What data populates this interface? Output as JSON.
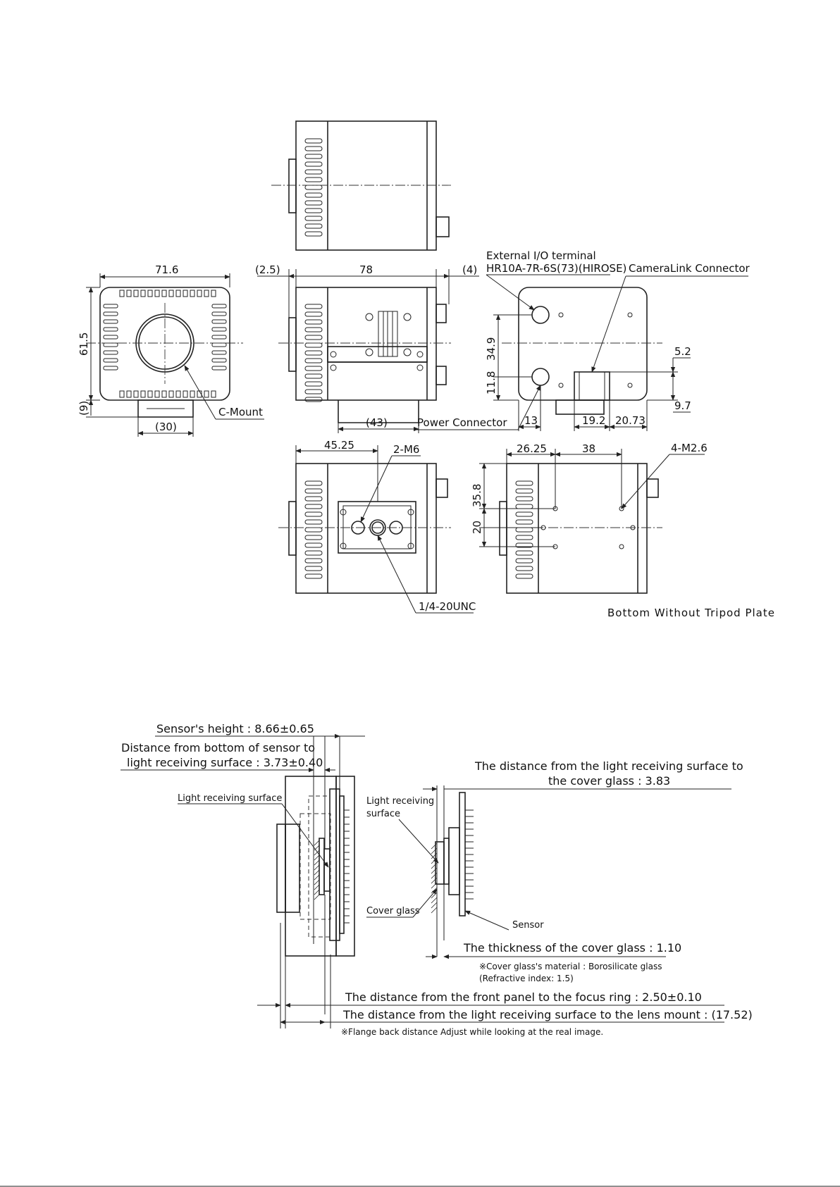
{
  "dimensions": {
    "front_width": "71.6",
    "front_height": "61.5",
    "front_offset": "(9)",
    "front_mount_width": "(30)",
    "side_front": "(2.5)",
    "side_length": "78",
    "side_rear": "(4)",
    "side_plate": "(43)",
    "rear_io_height": "34.9",
    "rear_power_height": "11.8",
    "rear_power_x": "13",
    "rear_cl_x1": "19.2",
    "rear_cl_x2": "20.73",
    "rear_cl_h": "5.2",
    "rear_cl_h2": "9.7",
    "bottom_tripod_x": "45.25",
    "bottom2_x1": "26.25",
    "bottom2_x2": "38",
    "bottom2_h1": "35.8",
    "bottom2_h2": "20"
  },
  "labels": {
    "c_mount": "C-Mount",
    "io_terminal_1": "External I/O terminal",
    "io_terminal_2": "HR10A-7R-6S(73)(HIROSE)",
    "cameralink": "CameraLink Connector",
    "power_connector": "Power Connector",
    "tripod_m6": "2-M6",
    "tripod_unc": "1/4-20UNC",
    "m2_6": "4-M2.6",
    "bottom_caption": "Bottom Without Tripod Plate"
  },
  "sensor": {
    "height": "Sensor's height : 8.66±0.65",
    "dist_bottom_1": "Distance from bottom of sensor to",
    "dist_bottom_2": "light receiving surface : 3.73±0.40",
    "light_surface_left": "Light receiving surface",
    "cover_dist_1": "The distance from the light receiving surface to",
    "cover_dist_2": "the cover glass : 3.83",
    "light_surface_right_1": "Light receiving",
    "light_surface_right_2": "surface",
    "cover_glass": "Cover glass",
    "sensor_label": "Sensor",
    "cover_thickness": "The thickness of the cover glass : 1.10",
    "material_1": "※Cover glass's material : Borosilicate glass",
    "material_2": "(Refractive index: 1.5)",
    "focus_ring": "The distance from the front panel to the focus ring : 2.50±0.10",
    "lens_mount": "The distance from the light receiving surface to the lens mount : (17.52)",
    "flange_note": "※Flange back distance Adjust while looking at the real image."
  }
}
